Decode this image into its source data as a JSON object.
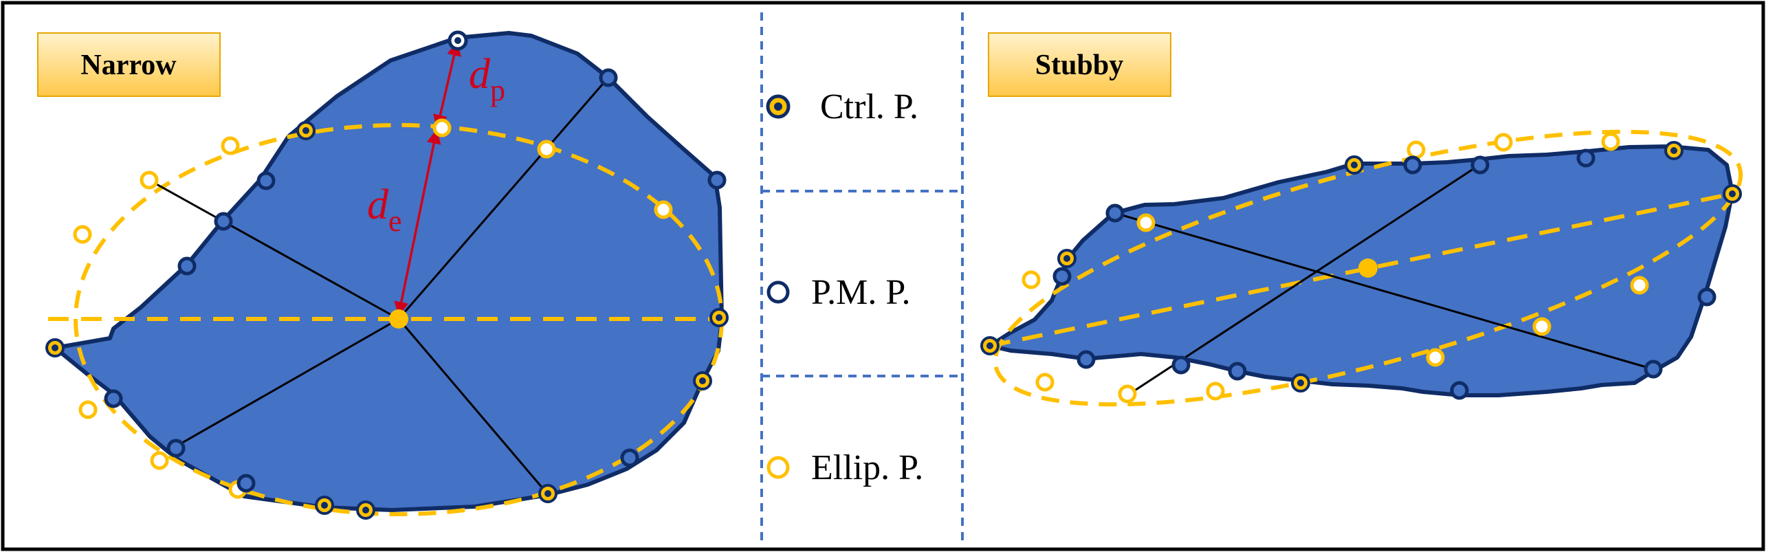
{
  "colors": {
    "shape_fill": "#4472C4",
    "shape_outline": "#0F2C66",
    "ellipse": "#FFC000",
    "ctrl_ring": "#FFC000",
    "pmp_ring": "#0F2C66",
    "axis_lines": "#000000",
    "measure_arrow": "#D0021B",
    "divider": "#4472C4",
    "label_box_top": "#FFF2CC",
    "label_box_bottom": "#FFC94A"
  },
  "panels": {
    "narrow": {
      "label": "Narrow"
    },
    "stubby": {
      "label": "Stubby"
    }
  },
  "annotations": {
    "d_p": {
      "base": "d",
      "sub": "p"
    },
    "d_e": {
      "base": "d",
      "sub": "e"
    }
  },
  "legend": {
    "items": [
      {
        "key": "ctrl",
        "label": "Ctrl. P.",
        "icon": "ctrl-point-icon"
      },
      {
        "key": "pmp",
        "label": "P.M. P.",
        "icon": "pmp-point-icon"
      },
      {
        "key": "ellip",
        "label": "Ellip. P.",
        "icon": "ellip-point-icon"
      }
    ]
  }
}
